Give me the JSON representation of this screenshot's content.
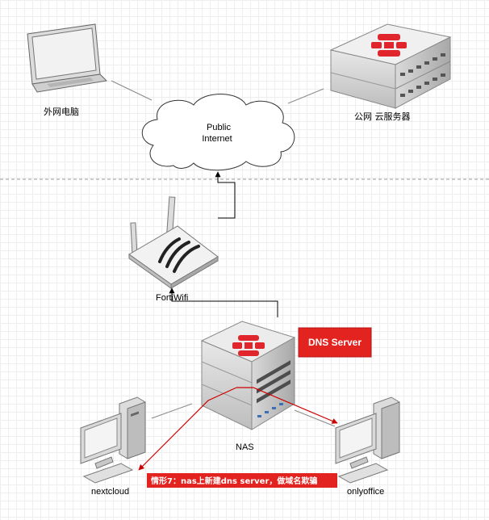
{
  "nodes": {
    "external_pc": {
      "label": "外网电脑"
    },
    "cloud": {
      "label_line1": "Public",
      "label_line2": "Internet"
    },
    "cloud_server": {
      "label": "公网 云服务器"
    },
    "fortiwifi": {
      "label": "FortiWifi"
    },
    "nas": {
      "label": "NAS"
    },
    "nextcloud": {
      "label": "nextcloud"
    },
    "onlyoffice": {
      "label": "onlyoffice"
    }
  },
  "callouts": {
    "dns_server": "DNS Server",
    "scenario": "情形7：nas上新建dns server，做域名欺骗"
  },
  "colors": {
    "fortinet_red": "#e0252d",
    "callout_bg": "#e3231f",
    "arrow_red": "#cc0000",
    "line_gray": "#888888",
    "dashed_separator": "#999999"
  }
}
